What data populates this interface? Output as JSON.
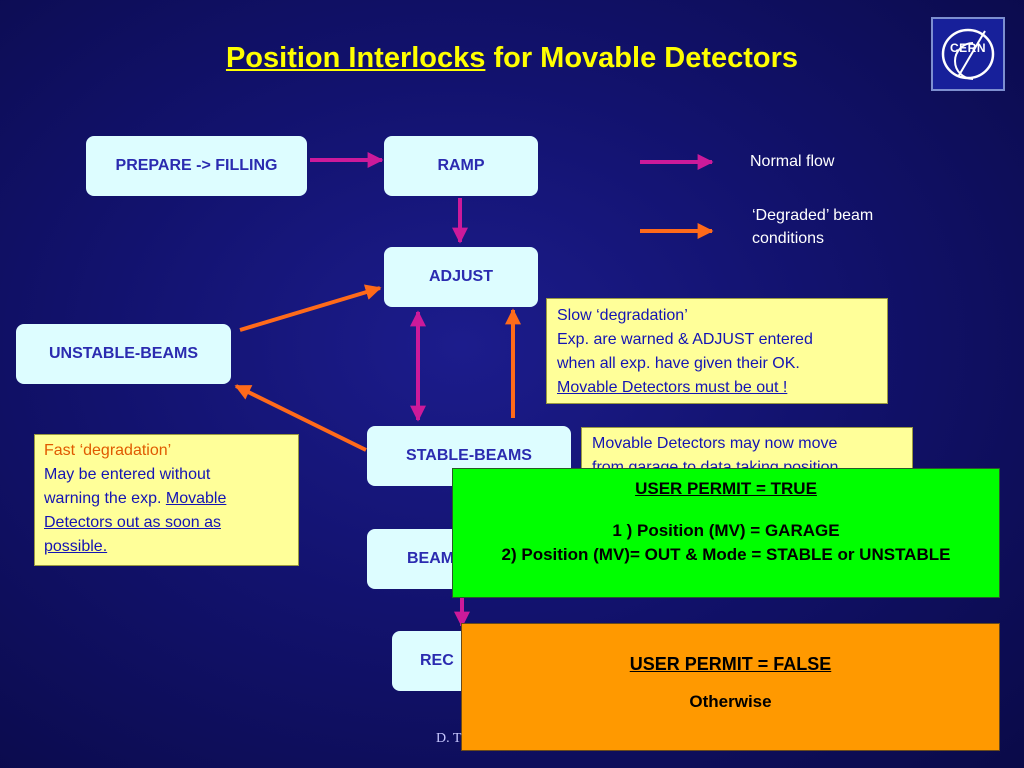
{
  "title": {
    "part1": "Position Interlocks",
    "part2": " for Movable Detectors"
  },
  "logo": {
    "text": "CERN"
  },
  "states": {
    "prepare": "PREPARE -> FILLING",
    "ramp": "RAMP",
    "adjust": "ADJUST",
    "unstable": "UNSTABLE-BEAMS",
    "stable": "STABLE-BEAMS",
    "beam": "BEAM",
    "rec": "REC"
  },
  "legend": {
    "normal": "Normal flow",
    "degraded_line1": "‘Degraded’ beam",
    "degraded_line2": "conditions"
  },
  "notes": {
    "slow": {
      "line1": "Slow ‘degradation’",
      "line2": "Exp. are warned & ADJUST entered",
      "line3": "when all exp. have given their OK.",
      "line4": "Movable Detectors must be out !"
    },
    "fast": {
      "heading": "Fast ‘degradation’",
      "line1": "May be entered without",
      "line2": "warning the exp. ",
      "link1": "Movable",
      "link2": "Detectors out as soon as",
      "link3": "possible."
    },
    "stable": {
      "line1": "Movable Detectors may now move",
      "line2": "from garage to data taking position"
    }
  },
  "panels": {
    "true": {
      "heading": "USER PERMIT = TRUE",
      "cond1": "1 )  Position (MV) = GARAGE",
      "cond2": "2)   Position (MV)= OUT & Mode = STABLE or UNSTABLE"
    },
    "false": {
      "heading": "USER PERMIT = FALSE",
      "body": "Otherwise"
    }
  },
  "footer": {
    "text": "D. T"
  },
  "colors": {
    "background": "#12126e",
    "title": "#ffff00",
    "state_box": "#ddfdff",
    "state_text": "#2b2bb0",
    "note_box": "#ffff99",
    "normal_arrow": "#cc1a9a",
    "degraded_arrow": "#ff6a1a",
    "permit_true": "#00ff00",
    "permit_false": "#ff9900"
  }
}
